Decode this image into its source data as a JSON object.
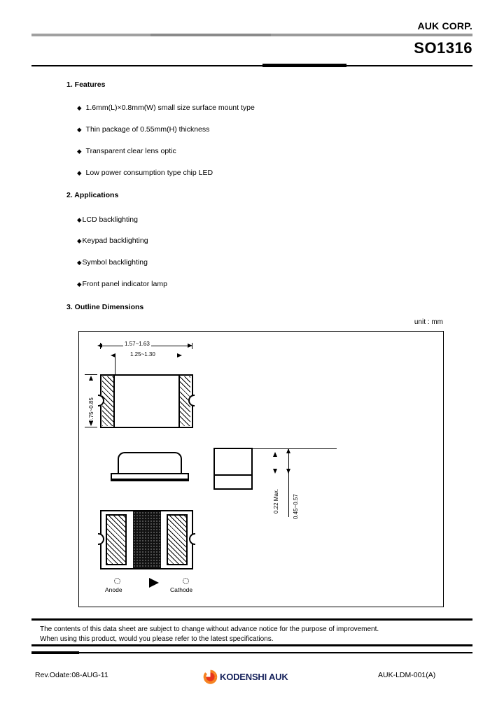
{
  "header": {
    "corp_name": "AUK CORP.",
    "part_number": "SO1316"
  },
  "sections": {
    "features": {
      "title": "1. Features",
      "bullet_glyph": "◆",
      "items": [
        "1.6mm(L)×0.8mm(W) small size surface mount type",
        "Thin package of 0.55mm(H) thickness",
        "Transparent clear lens optic",
        "Low power consumption type chip LED"
      ]
    },
    "applications": {
      "title": "2. Applications",
      "bullet_glyph": "◆",
      "items": [
        "LCD backlighting",
        "Keypad backlighting",
        "Symbol backlighting",
        "Front panel indicator lamp"
      ]
    },
    "outline": {
      "title": "3. Outline Dimensions",
      "unit_label": "unit : mm"
    }
  },
  "drawing": {
    "dimensions": {
      "overall_length": "1.57~1.63",
      "inner_length": "1.25~1.30",
      "width": "0.75~0.85",
      "body_height": "0.22  Max.",
      "total_height": "0.45~0.57"
    },
    "pads": {
      "anode_label": "Anode",
      "cathode_label": "Cathode",
      "anode_marker": "dotted-circle",
      "cathode_marker": "dotted-circle",
      "direction_marker": "triangle-right"
    }
  },
  "footer": {
    "note_line1": "The contents of this data sheet are subject to change without advance notice for the purpose of improvement.",
    "note_line2": "When using this product, would you please refer to the latest specifications.",
    "revision": "Rev.Odate:08-AUG-11",
    "doc_code": "AUK-LDM-001(A)",
    "logo_text": "KODENSHI AUK",
    "logo_colors": {
      "center": "#e8341c",
      "petals": "#f58220",
      "text": "#14205a"
    }
  }
}
